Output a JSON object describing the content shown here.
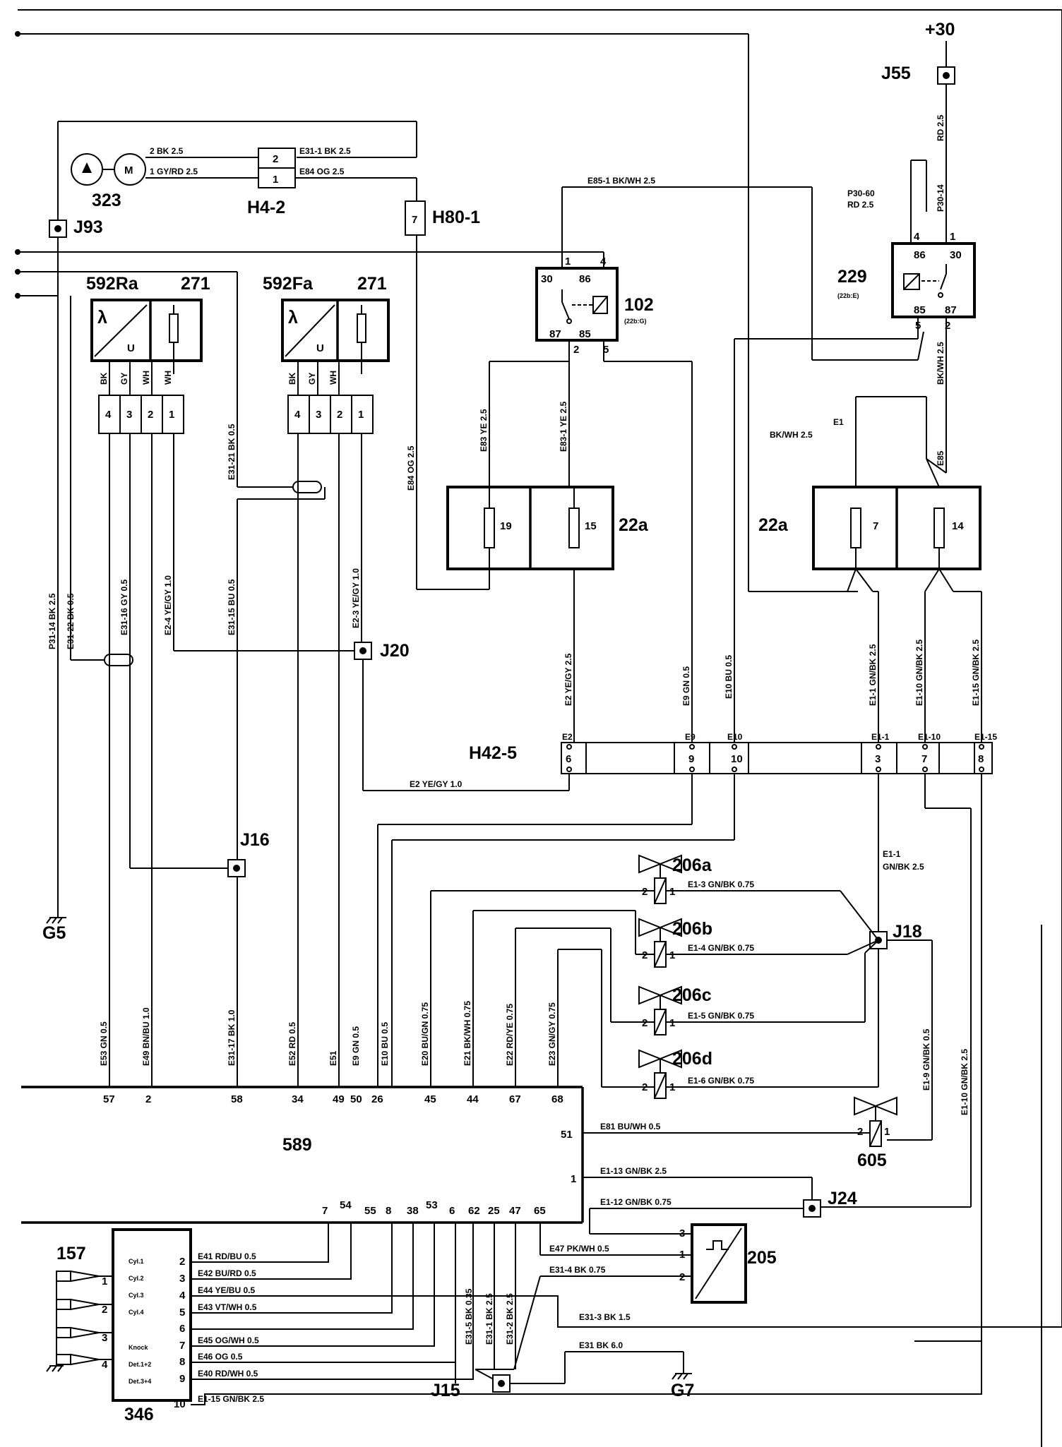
{
  "supply": {
    "plus30": "+30"
  },
  "components": {
    "c323": "323",
    "h4_2": "H4-2",
    "h80_1": "H80-1",
    "j93": "J93",
    "j55": "J55",
    "c592ra": "592Ra",
    "c592ra_num": "271",
    "c592fa": "592Fa",
    "c592fa_num": "271",
    "lambda": "λ",
    "u": "U",
    "c102": "102",
    "c102_sub": "(22b:G)",
    "c229": "229",
    "c229_sub": "(22b:E)",
    "c22a_left": "22a",
    "c22a_right": "22a",
    "j20": "J20",
    "h42_5": "H42-5",
    "j16": "J16",
    "g5": "G5",
    "j18": "J18",
    "c206a": "206a",
    "c206b": "206b",
    "c206c": "206c",
    "c206d": "206d",
    "c589": "589",
    "c605": "605",
    "j24": "J24",
    "c205": "205",
    "c157": "157",
    "c346": "346",
    "j15": "J15",
    "g7": "G7"
  },
  "relay_pins": {
    "r102": {
      "p30": "30",
      "p86": "86",
      "p87": "87",
      "p85": "85",
      "t1": "1",
      "t4": "4",
      "t2": "2",
      "t5": "5"
    },
    "r229": {
      "p86": "86",
      "p30": "30",
      "p85": "85",
      "p87": "87",
      "t4": "4",
      "t1": "1",
      "t5": "5",
      "t2": "2"
    }
  },
  "fuses": {
    "f19": "19",
    "f15": "15",
    "f7": "7",
    "f14": "14"
  },
  "sensor_pins": {
    "p4": "4",
    "p3": "3",
    "p2": "2",
    "p1": "1",
    "bk": "BK",
    "gy": "GY",
    "wh": "WH"
  },
  "h4_2_pins": {
    "p2": "2",
    "p1": "1"
  },
  "h80_pin": "7",
  "h42_5_pins": [
    {
      "code": "E2",
      "pin": "6"
    },
    {
      "code": "E9",
      "pin": "9"
    },
    {
      "code": "E10",
      "pin": "10"
    },
    {
      "code": "E1-1",
      "pin": "3"
    },
    {
      "code": "E1-10",
      "pin": "7"
    },
    {
      "code": "E1-15",
      "pin": "8"
    }
  ],
  "wires": {
    "w323_2": "2   BK   2.5",
    "w323_1": "1   GY/RD   2.5",
    "we31_1": "E31-1   BK   2.5",
    "we84": "E84    OG   2.5",
    "we85_1": "E85-1     BK/WH   2.5",
    "wp30_60": "P30-60",
    "wp30_60b": "RD   2.5",
    "wj55": "RD   2.5",
    "wp30_14": "P30-14",
    "we1": "E1",
    "we1b": "BK/WH   2.5",
    "w229_2": "BK/WH   2.5",
    "we85": "E85",
    "we83": "E83   YE   2.5",
    "we83_1": "E83-1   YE   2.5",
    "we84v": "E84   OG   2.5",
    "we31_21": "E31-21   BK   0.5",
    "wp31_14": "P31-14   BK   2.5",
    "we31_22": "E31-22   BK   0.5",
    "we31_16": "E31-16   GY   0.5",
    "we2_4": "E2-4   YE/GY   1.0",
    "we31_15": "E31-15   BU   0.5",
    "we2_3": "E2-3   YE/GY   1.0",
    "we2v": "E2   YE/GY   2.5",
    "we9v": "E9   GN   0.5",
    "we10v": "E10   BU   0.5",
    "we1_1v": "E1-1   GN/BK   2.5",
    "we1_10v": "E1-10   GN/BK   2.5",
    "we1_15v": "E1-15   GN/BK   2.5",
    "we2h": "E2    YE/GY    1.0",
    "we1_1b": "E1-1",
    "we1_1c": "GN/BK   2.5",
    "we1_3": "E1-3    GN/BK    0.75",
    "we1_4": "E1-4    GN/BK    0.75",
    "we1_5": "E1-5    GN/BK    0.75",
    "we1_6": "E1-6    GN/BK    0.75",
    "we81": "E81    BU/WH    0.5",
    "we1_13": "E1-13    GN/BK    2.5",
    "we1_12": "E1-12    GN/BK    0.75",
    "we1_9": "E1-9   GN/BK   0.5",
    "we1_10b": "E1-10   GN/BK   2.5",
    "we53": "E53   GN   0.5",
    "we49": "E49   BN/BU   1.0",
    "we31_17": "E31-17   BK   1.0",
    "we52": "E52   RD   0.5",
    "we51": "E51",
    "we9b": "E9   GN   0.5",
    "we10b": "E10   BU   0.5",
    "we20": "E20   BU/GN   0.75",
    "we21": "E21   BK/WH   0.75",
    "we22": "E22   RD/YE   0.75",
    "we23": "E23   GN/GY   0.75",
    "we41": "E41    RD/BU    0.5",
    "we42": "E42    BU/RD    0.5",
    "we44": "E44    YE/BU    0.5",
    "we43": "E43    VT/WH    0.5",
    "we45": "E45    OG/WH    0.5",
    "we46": "E46    OG    0.5",
    "we40": "E40    RD/WH    0.5",
    "we1_15b": "E1-15     GN/BK     2.5",
    "we47": "E47    PK/WH    0.5",
    "we31_4": "E31-4    BK   0.75",
    "we31_3": "E31-3    BK    1.5",
    "we31": "E31    BK    6.0",
    "we31_5": "E31-5   BK   0.35",
    "we31_2": "E31-2   BK   2.5"
  },
  "ecu_589": {
    "top_pins": [
      "57",
      "2",
      "58",
      "34",
      "49",
      "50",
      "26",
      "45",
      "44",
      "67",
      "68"
    ],
    "bottom_pins": [
      "7",
      "54",
      "55",
      "8",
      "38",
      "53",
      "6",
      "62",
      "25",
      "47",
      "65"
    ],
    "side_pins": [
      "51",
      "1"
    ]
  },
  "c346": {
    "labels": [
      "Cyl.1",
      "Cyl.2",
      "Cyl.3",
      "Cyl.4",
      "Knock",
      "Det.1+2",
      "Det.3+4"
    ],
    "pins": [
      "2",
      "3",
      "4",
      "5",
      "6",
      "7",
      "8",
      "9",
      "10"
    ],
    "sensor_pins": [
      "1",
      "2",
      "3",
      "4"
    ]
  },
  "c205_pins": [
    "3",
    "1",
    "2"
  ],
  "valve_pins": [
    "2",
    "1"
  ]
}
